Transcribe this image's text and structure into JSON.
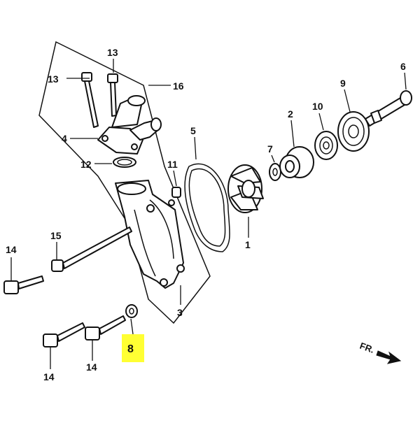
{
  "diagram": {
    "labels": {
      "p1": "1",
      "p2": "2",
      "p3": "3",
      "p4": "4",
      "p5": "5",
      "p6": "6",
      "p7": "7",
      "p8": "8",
      "p9": "9",
      "p10": "10",
      "p11": "11",
      "p12": "12",
      "p13a": "13",
      "p13b": "13",
      "p14a": "14",
      "p14b": "14",
      "p14c": "14",
      "p15": "15",
      "p16": "16"
    },
    "direction_marker": "FR.",
    "highlight_color": "#ffff33"
  }
}
